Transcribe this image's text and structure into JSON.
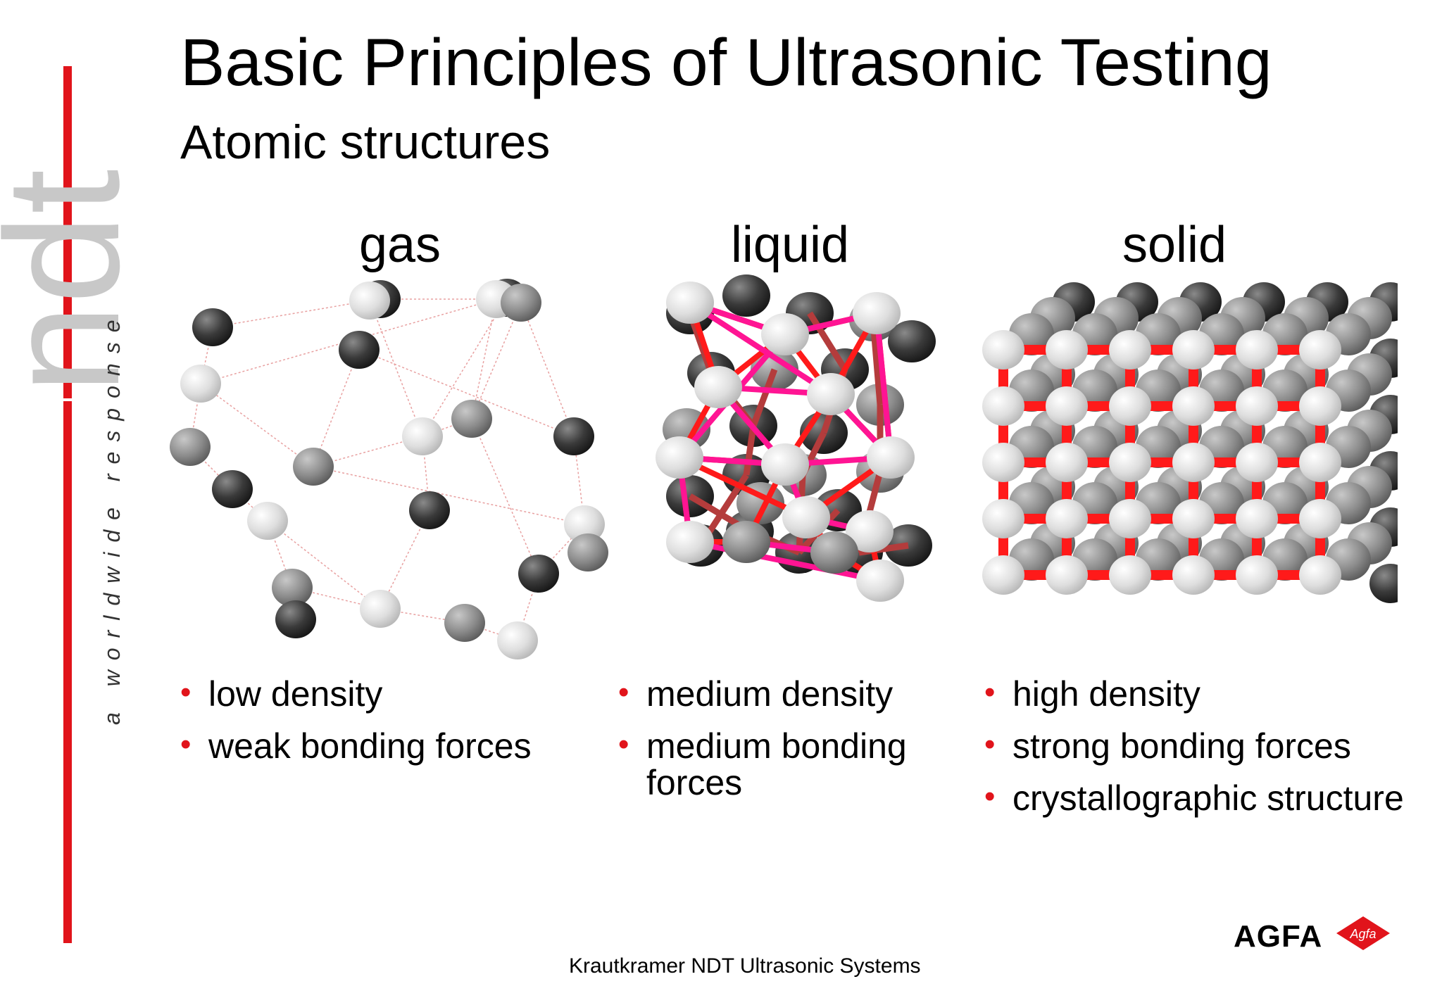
{
  "header": {
    "title": "Basic Principles of Ultrasonic Testing",
    "subtitle": "Atomic structures"
  },
  "side_logo": {
    "wordmark": "ndt",
    "tagline": "a worldwide response",
    "accent_color": "#e1141b",
    "wordmark_color": "#c8c8c8"
  },
  "panels": {
    "gas": {
      "heading": "gas",
      "bullets": [
        "low density",
        "weak bonding forces"
      ]
    },
    "liquid": {
      "heading": "liquid",
      "bullets": [
        "medium density",
        "medium bonding forces"
      ]
    },
    "solid": {
      "heading": "solid",
      "bullets": [
        "high density",
        "strong bonding forces",
        "crystallographic structure"
      ]
    }
  },
  "colors": {
    "bullet": "#e1141b",
    "bond_red": "#ff1a1a",
    "bond_pink": "#ff1493",
    "bond_dark": "#b43c3c"
  },
  "footer": {
    "text": "Krautkramer NDT Ultrasonic Systems"
  },
  "brand": {
    "name": "AGFA",
    "mark": "Agfa",
    "color": "#e1141b"
  }
}
